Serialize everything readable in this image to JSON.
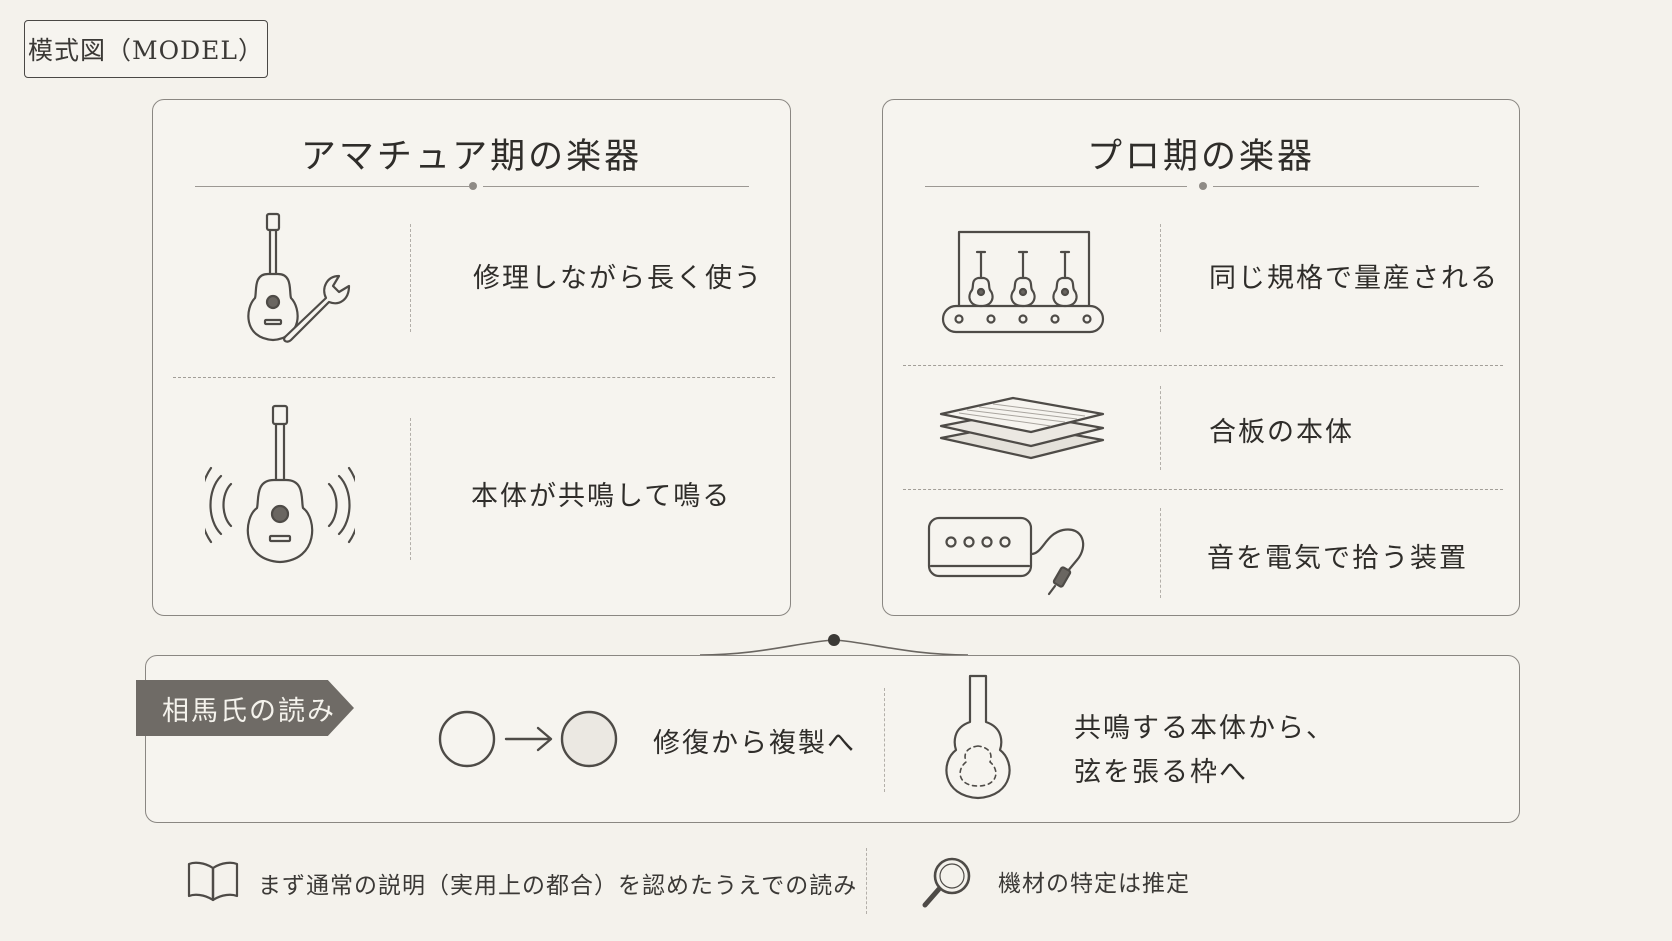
{
  "tag": "模式図（MODEL）",
  "left_panel": {
    "title": "アマチュア期の楽器",
    "rows": [
      {
        "icon": "guitar-wrench-icon",
        "text": "修理しながら長く使う"
      },
      {
        "icon": "resonating-guitar-icon",
        "text": "本体が共鳴して鳴る"
      }
    ]
  },
  "right_panel": {
    "title": "プロ期の楽器",
    "rows": [
      {
        "icon": "conveyor-guitars-icon",
        "text": "同じ規格で量産される"
      },
      {
        "icon": "plywood-layers-icon",
        "text": "合板の本体"
      },
      {
        "icon": "pickup-cable-icon",
        "text": "音を電気で拾う装置"
      }
    ]
  },
  "reading": {
    "badge": "相馬氏の読み",
    "left_text": "修復から複製へ",
    "right_line1": "共鳴する本体から、",
    "right_line2": "弦を張る枠へ"
  },
  "footer": {
    "note1": "まず通常の説明（実用上の都合）を認めたうえでの読み",
    "note2": "機材の特定は推定"
  }
}
